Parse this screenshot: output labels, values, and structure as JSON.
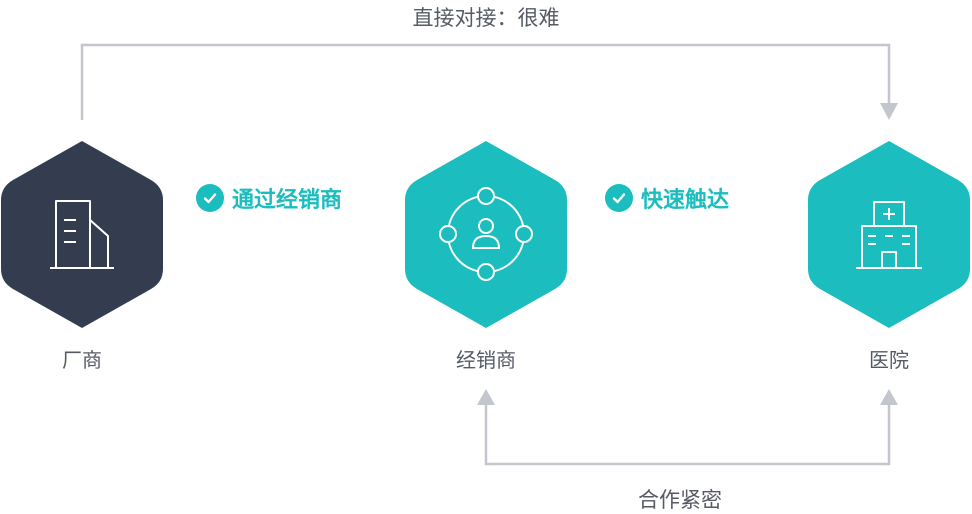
{
  "top_link": {
    "label": "直接对接：很难"
  },
  "bottom_link": {
    "label": "合作紧密"
  },
  "nodes": [
    {
      "id": "manufacturer",
      "label": "厂商",
      "icon": "building-icon",
      "color": "#343d4f"
    },
    {
      "id": "distributor",
      "label": "经销商",
      "icon": "network-user-icon",
      "color": "#1bbdbf"
    },
    {
      "id": "hospital",
      "label": "医院",
      "icon": "hospital-icon",
      "color": "#1bbdbf"
    }
  ],
  "badges": [
    {
      "label": "通过经销商",
      "icon": "check-circle-icon"
    },
    {
      "label": "快速触达",
      "icon": "check-circle-icon"
    }
  ],
  "colors": {
    "accent": "#1bbdbf",
    "dark": "#343d4f",
    "connector": "#c3c6cd",
    "text": "#555a64"
  }
}
